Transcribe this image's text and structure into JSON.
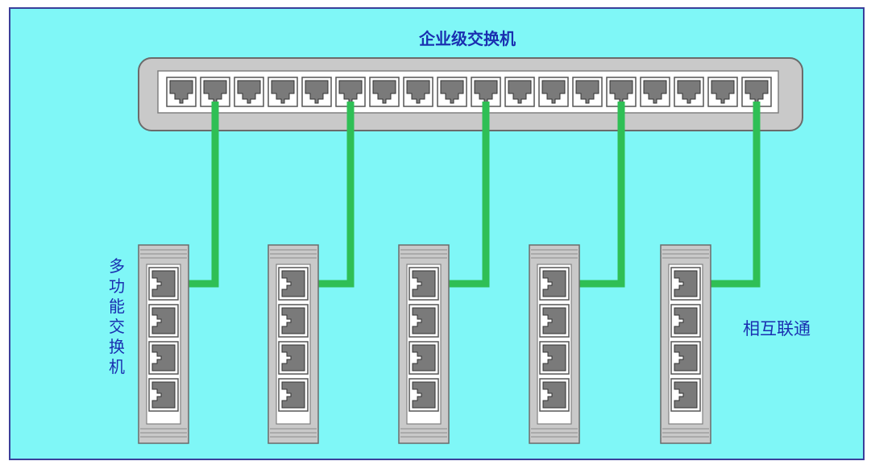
{
  "diagram": {
    "title": "企业级交换机",
    "left_label": "多功能交换机",
    "right_label": "相互联通",
    "colors": {
      "background": "#7ff7f7",
      "frame": "#3a3f9a",
      "switch_body": "#c9c9c9",
      "port": "#7a7a7a",
      "cable": "#2fbf55",
      "label": "#1a2fb0"
    }
  },
  "network": {
    "core_switch": {
      "name_ref": "diagram.title",
      "port_count": 18,
      "connected_ports": [
        1,
        5,
        9,
        13,
        17
      ]
    },
    "edge_switches": [
      {
        "id": 1,
        "port_count": 4,
        "connected_port": 0,
        "uplink_core_port": 1
      },
      {
        "id": 2,
        "port_count": 4,
        "connected_port": 0,
        "uplink_core_port": 5
      },
      {
        "id": 3,
        "port_count": 4,
        "connected_port": 0,
        "uplink_core_port": 9
      },
      {
        "id": 4,
        "port_count": 4,
        "connected_port": 0,
        "uplink_core_port": 13
      },
      {
        "id": 5,
        "port_count": 4,
        "connected_port": 0,
        "uplink_core_port": 17
      }
    ]
  }
}
